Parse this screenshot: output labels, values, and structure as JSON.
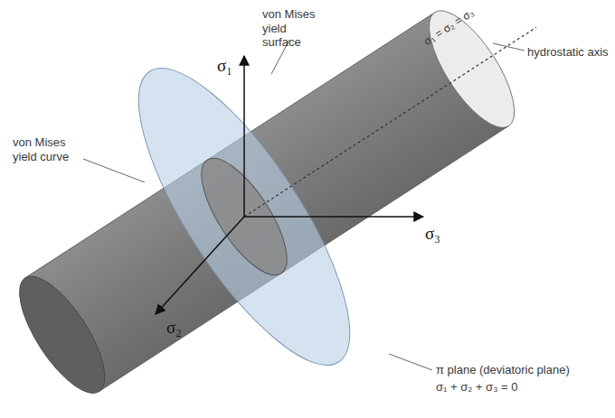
{
  "diagram": {
    "labels": [
      "σ₁",
      "σ₂",
      "σ₃",
      "σ₁ = σ₂ = σ₃",
      "von Mises yield surface",
      "von Mises yield curve",
      "hydrostatic axis",
      "π plane (deviatoric plane)",
      "σ₁ + σ₂ + σ₃ = 0"
    ]
  }
}
